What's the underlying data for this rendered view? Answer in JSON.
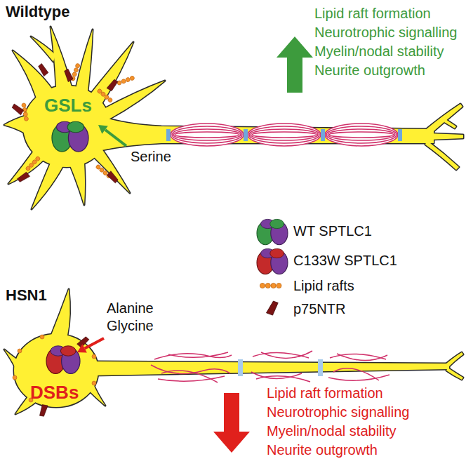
{
  "diagram": {
    "nodes": [
      {
        "text": [
          "GSLs"
        ]
      },
      {
        "text": [
          "DSBs"
        ]
      }
    ],
    "labels": [
      "Wildtype",
      "Lipid raft formation",
      "Neurotrophic signalling",
      "Myelin/nodal stability",
      "Neurite outgrowth",
      "Serine",
      "HSN1",
      "Alanine",
      "Glycine",
      "Lipid raft formation",
      "Neurotrophic signalling",
      "Myelin/nodal stability",
      "Neurite outgrowth"
    ],
    "legend": [
      {
        "text": "WT SPTLC1"
      },
      {
        "text": "C133W SPTLC1"
      },
      {
        "text": "Lipid rafts"
      },
      {
        "text": "p75NTR"
      }
    ]
  }
}
